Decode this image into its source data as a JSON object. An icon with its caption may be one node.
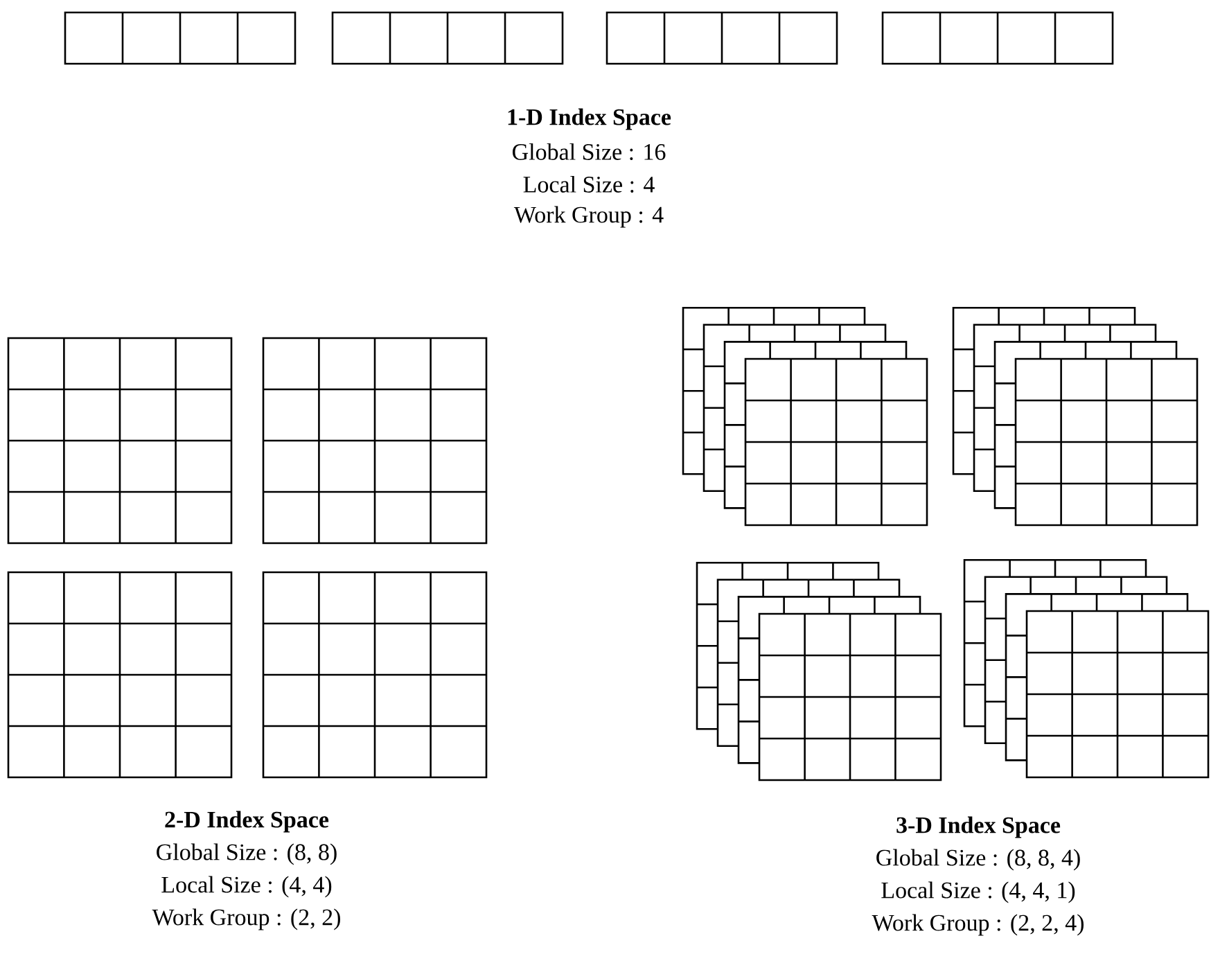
{
  "diagram": {
    "labels": [
      "1-D Index Space",
      "Global Size : 16",
      "Local Size : 4",
      "Work Group : 4",
      "2-D Index Space",
      "Global Size : (8, 8)",
      "Local Size : (4, 4)",
      "Work Group : (2, 2)",
      "3-D Index Space",
      "Global Size : (8, 8, 4)",
      "Local Size : (4, 4, 1)",
      "Work Group : (2, 2, 4)"
    ]
  }
}
